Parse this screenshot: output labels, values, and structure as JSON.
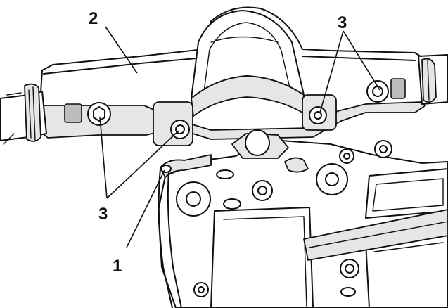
{
  "callouts": {
    "part_1": "1",
    "part_2": "2",
    "part_3_top": "3",
    "part_3_left": "3"
  },
  "colors": {
    "line": "#111111",
    "background": "#ffffff",
    "shade": "#e6e6e6"
  }
}
